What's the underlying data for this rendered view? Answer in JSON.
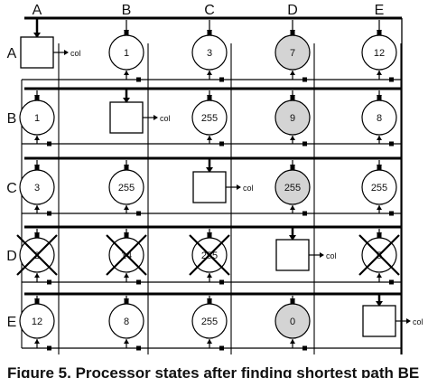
{
  "diagram": {
    "column_labels": [
      "A",
      "B",
      "C",
      "D",
      "E"
    ],
    "row_labels": [
      "A",
      "B",
      "C",
      "D",
      "E"
    ],
    "port_label": "col",
    "node_fill": "#ffffff",
    "highlight_fill": "#d4d4d4",
    "line_color": "#000000",
    "nodes": [
      [
        "",
        "1",
        "3",
        "7",
        "12"
      ],
      [
        "1",
        "",
        "255",
        "9",
        "8"
      ],
      [
        "3",
        "255",
        "",
        "255",
        "255"
      ],
      [
        "2",
        "14",
        "255",
        "",
        "5"
      ],
      [
        "12",
        "8",
        "255",
        "0",
        ""
      ]
    ],
    "highlighted_column": "D",
    "crossed_row": "D"
  },
  "caption": "Figure 5. Processor states after finding shortest path BE"
}
